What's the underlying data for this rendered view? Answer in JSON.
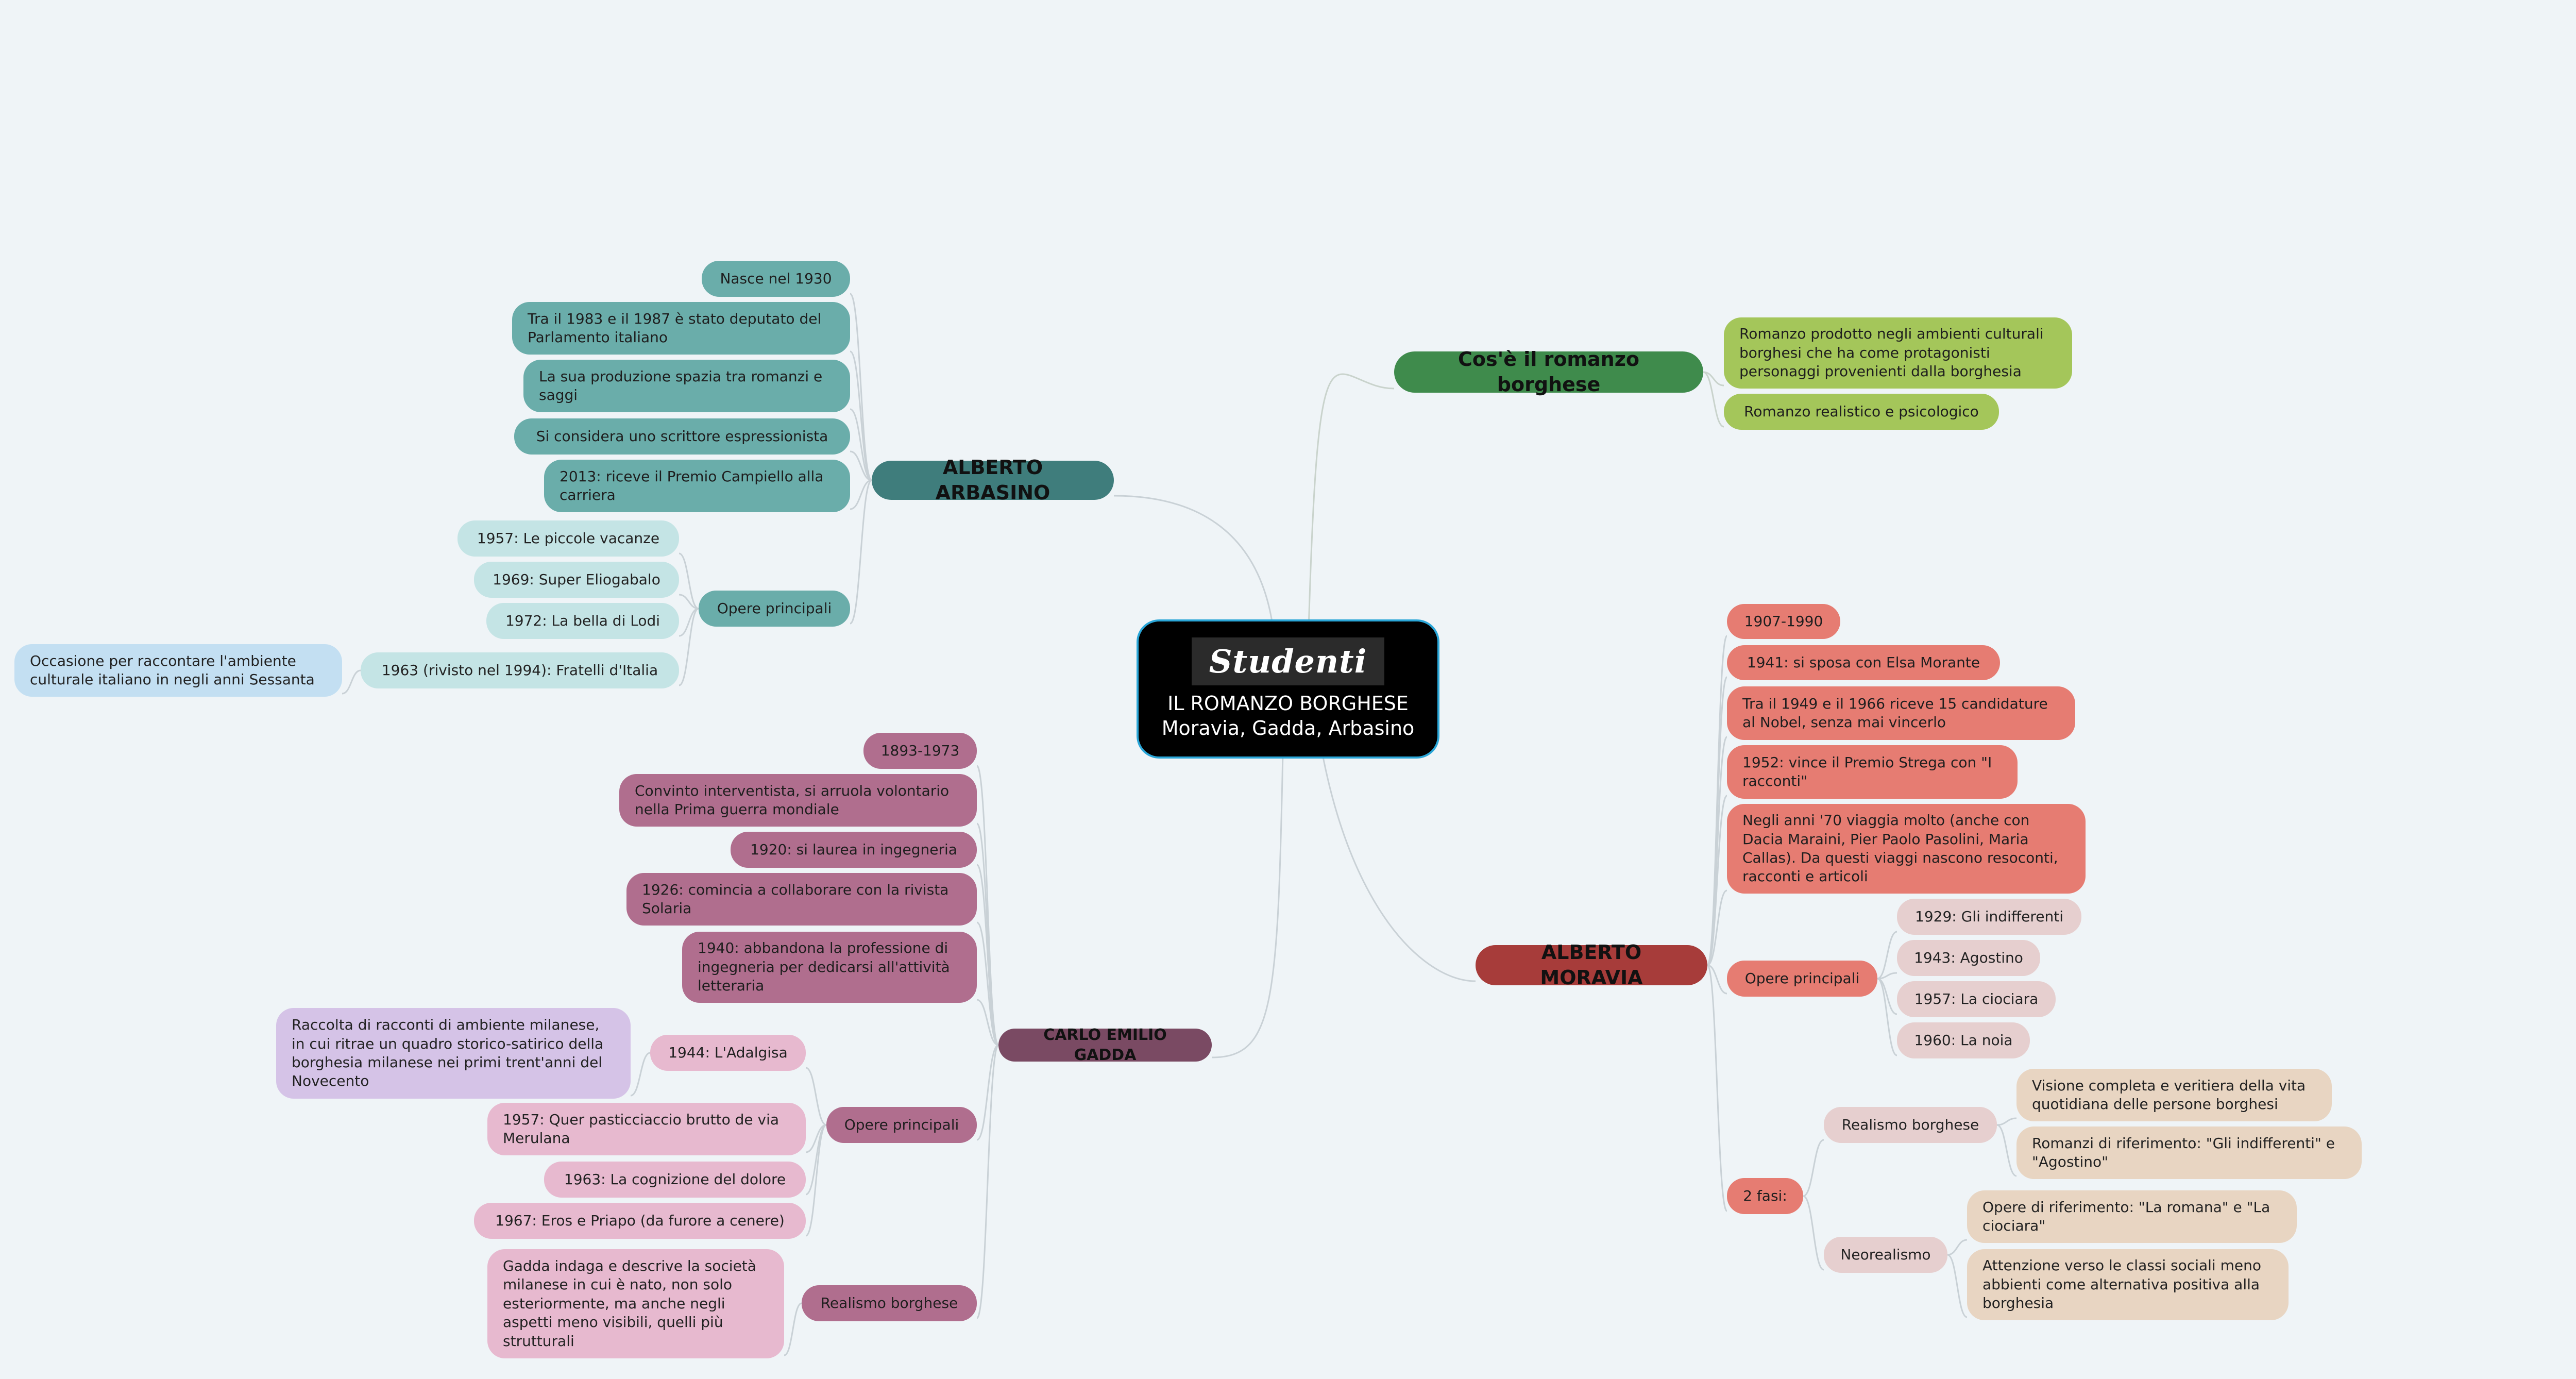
{
  "root": {
    "logo": "Studenti",
    "title": "IL ROMANZO BORGHESE",
    "subtitle": "Moravia, Gadda, Arbasino"
  },
  "branches": [
    {
      "id": "cose",
      "label": "Cos'è il romanzo borghese",
      "color": "#3f8b4c",
      "children": [
        {
          "label": "Romanzo prodotto negli ambienti culturali\nborghesi che ha come protagonisti\npersonaggi provenienti dalla borghesia"
        },
        {
          "label": "Romanzo realistico e psicologico"
        }
      ]
    },
    {
      "id": "moravia",
      "label": "ALBERTO MORAVIA",
      "color": "#a73c3a",
      "children": [
        {
          "label": "1907-1990"
        },
        {
          "label": "1941: si sposa con Elsa Morante"
        },
        {
          "label": "Tra il 1949 e il 1966 riceve 15 candidature\nal Nobel, senza mai vincerlo"
        },
        {
          "label": "1952: vince il Premio Strega con \"I\nracconti\""
        },
        {
          "label": "Negli anni '70 viaggia molto (anche con\nDacia Maraini, Pier Paolo Pasolini, Maria\nCallas). Da questi viaggi nascono resoconti,\nracconti e articoli"
        },
        {
          "label": "Opere principali",
          "children": [
            {
              "label": "1929: Gli indifferenti"
            },
            {
              "label": "1943: Agostino"
            },
            {
              "label": "1957: La ciociara"
            },
            {
              "label": "1960: La noia"
            }
          ]
        },
        {
          "label": "2 fasi:",
          "children": [
            {
              "label": "Realismo borghese",
              "children": [
                {
                  "label": "Visione completa e veritiera della vita\nquotidiana delle persone borghesi"
                },
                {
                  "label": "Romanzi di riferimento: \"Gli indifferenti\" e\n\"Agostino\""
                }
              ]
            },
            {
              "label": "Neorealismo",
              "children": [
                {
                  "label": "Opere di riferimento: \"La romana\" e \"La\nciociara\""
                },
                {
                  "label": "Attenzione verso le classi sociali meno\nabbienti come alternativa positiva alla\nborghesia"
                }
              ]
            }
          ]
        }
      ]
    },
    {
      "id": "arbasino",
      "label": "ALBERTO ARBASINO",
      "color": "#3f7d7c",
      "children": [
        {
          "label": "Nasce nel 1930"
        },
        {
          "label": "Tra il 1983 e il 1987 è stato deputato del\nParlamento italiano"
        },
        {
          "label": "La sua produzione spazia tra romanzi e\nsaggi"
        },
        {
          "label": "Si considera uno scrittore espressionista"
        },
        {
          "label": "2013: riceve il Premio Campiello alla\ncarriera"
        },
        {
          "label": "Opere principali",
          "children": [
            {
              "label": "1957: Le piccole vacanze"
            },
            {
              "label": "1969: Super Eliogabalo"
            },
            {
              "label": "1972: La bella di Lodi"
            },
            {
              "label": "1963 (rivisto nel 1994): Fratelli d'Italia",
              "children": [
                {
                  "label": "Occasione per raccontare l'ambiente\nculturale italiano in negli anni Sessanta"
                }
              ]
            }
          ]
        }
      ]
    },
    {
      "id": "gadda",
      "label": "CARLO EMILIO GADDA",
      "color": "#7a4a63",
      "children": [
        {
          "label": "1893-1973"
        },
        {
          "label": "Convinto interventista, si arruola volontario\nnella Prima guerra mondiale"
        },
        {
          "label": "1920: si laurea in ingegneria"
        },
        {
          "label": "1926: comincia a collaborare con la rivista\nSolaria"
        },
        {
          "label": "1940: abbandona la professione di\ningegneria per dedicarsi all'attività\nletteraria"
        },
        {
          "label": "Opere principali",
          "children": [
            {
              "label": "1944: L'Adalgisa",
              "children": [
                {
                  "label": "Raccolta di racconti di ambiente milanese,\nin cui ritrae un quadro storico-satirico della\nborghesia milanese nei primi trent'anni del\nNovecento"
                }
              ]
            },
            {
              "label": "1957: Quer pasticciaccio brutto de via\nMerulana"
            },
            {
              "label": "1963: La cognizione del dolore"
            },
            {
              "label": "1967: Eros e Priapo (da furore a cenere)"
            }
          ]
        },
        {
          "label": "Realismo borghese",
          "children": [
            {
              "label": "Gadda indaga e descrive la società\nmilanese in cui è nato, non solo\nesteriormente, ma anche negli\naspetti meno visibili, quelli più\nstrutturali"
            }
          ]
        }
      ]
    }
  ]
}
